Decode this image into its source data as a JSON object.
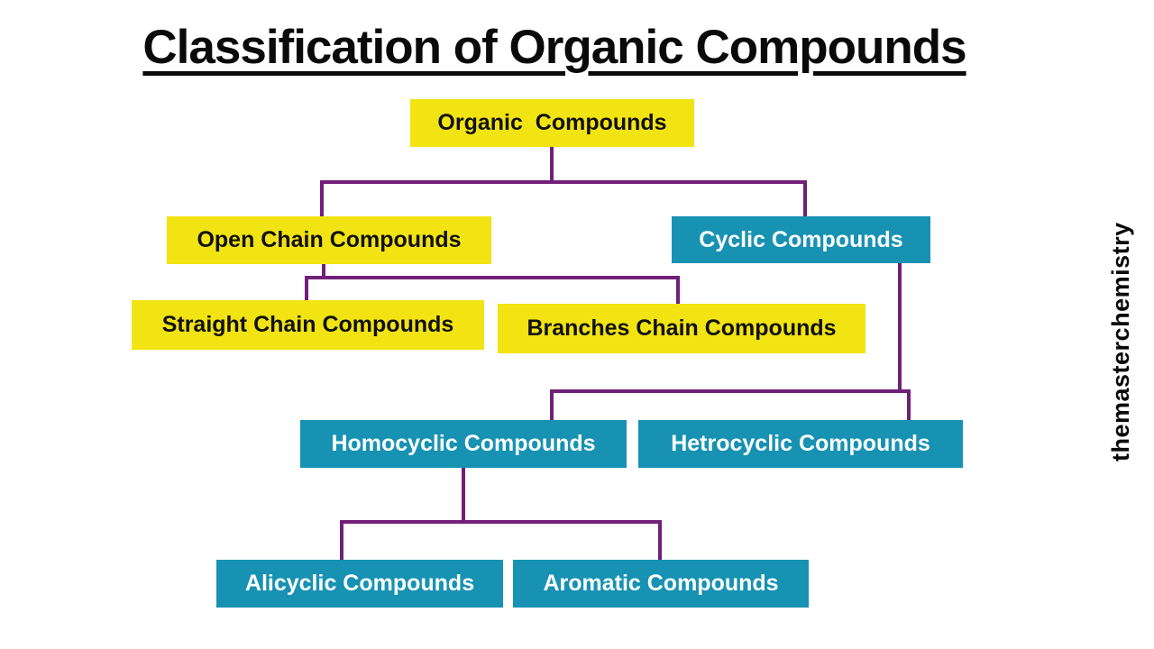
{
  "title": "Classification of Organic Compounds",
  "watermark": "themasterchemistry",
  "colors": {
    "background": "#ffffff",
    "box_yellow": "#f2e313",
    "box_teal": "#1792b2",
    "connector_purple": "#71207a",
    "title_black": "#0a0a0a",
    "text_on_yellow": "#111111",
    "text_on_teal": "#ffffff"
  },
  "nodes": {
    "organic": {
      "label": "Organic  Compounds",
      "style": "yellow"
    },
    "open_chain": {
      "label": "Open Chain Compounds",
      "style": "yellow"
    },
    "cyclic": {
      "label": "Cyclic Compounds",
      "style": "teal"
    },
    "straight_chain": {
      "label": "Straight Chain Compounds",
      "style": "yellow"
    },
    "branches_chain": {
      "label": "Branches Chain Compounds",
      "style": "yellow"
    },
    "homocyclic": {
      "label": "Homocyclic Compounds",
      "style": "teal"
    },
    "hetrocyclic": {
      "label": "Hetrocyclic Compounds",
      "style": "teal"
    },
    "alicyclic": {
      "label": "Alicyclic Compounds",
      "style": "teal"
    },
    "aromatic": {
      "label": "Aromatic Compounds",
      "style": "teal"
    }
  },
  "hierarchy": [
    {
      "parent": "Organic  Compounds",
      "children": [
        "Open Chain Compounds",
        "Cyclic Compounds"
      ]
    },
    {
      "parent": "Open Chain Compounds",
      "children": [
        "Straight Chain Compounds",
        "Branches Chain Compounds"
      ]
    },
    {
      "parent": "Cyclic Compounds",
      "children": [
        "Homocyclic Compounds",
        "Hetrocyclic Compounds"
      ]
    },
    {
      "parent": "Homocyclic Compounds",
      "children": [
        "Alicyclic Compounds",
        "Aromatic Compounds"
      ]
    }
  ]
}
